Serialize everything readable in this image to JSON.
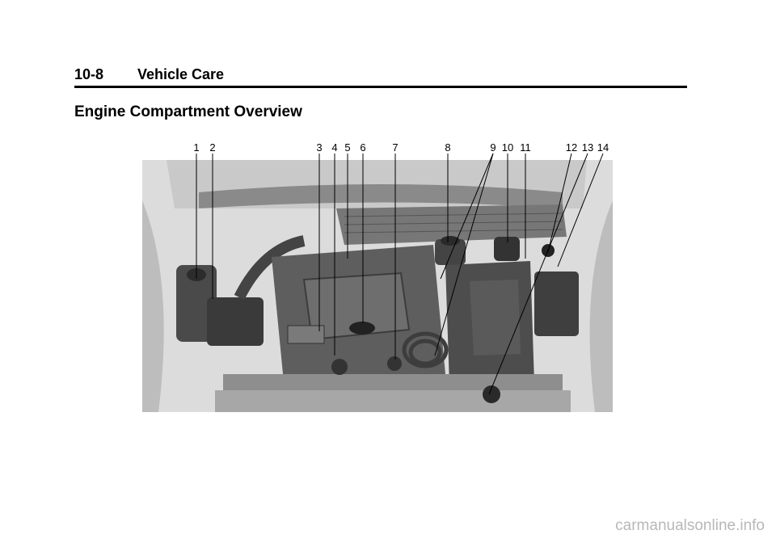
{
  "header": {
    "page_number": "10-8",
    "section": "Vehicle Care"
  },
  "title": "Engine Compartment Overview",
  "callouts": [
    "1",
    "2",
    "3",
    "4",
    "5",
    "6",
    "7",
    "8",
    "9",
    "10",
    "11",
    "12",
    "13",
    "14"
  ],
  "watermark": "carmanualsonline.info"
}
